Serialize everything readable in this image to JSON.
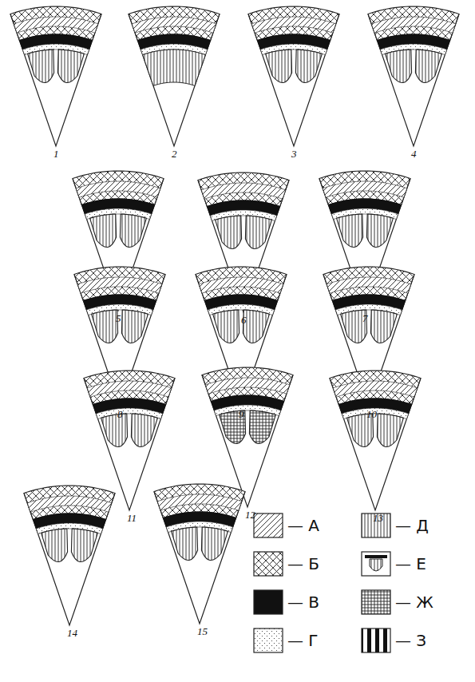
{
  "diagram": {
    "labels": [
      "1",
      "2",
      "3",
      "4",
      "5",
      "6",
      "7",
      "8",
      "9",
      "10",
      "11",
      "12",
      "13",
      "14",
      "15"
    ],
    "legend": [
      {
        "text": "— А"
      },
      {
        "text": "— Б"
      },
      {
        "text": "— В"
      },
      {
        "text": "— Г"
      },
      {
        "text": "— Д"
      },
      {
        "text": "— Е"
      },
      {
        "text": "— Ж"
      },
      {
        "text": "— З"
      }
    ]
  }
}
